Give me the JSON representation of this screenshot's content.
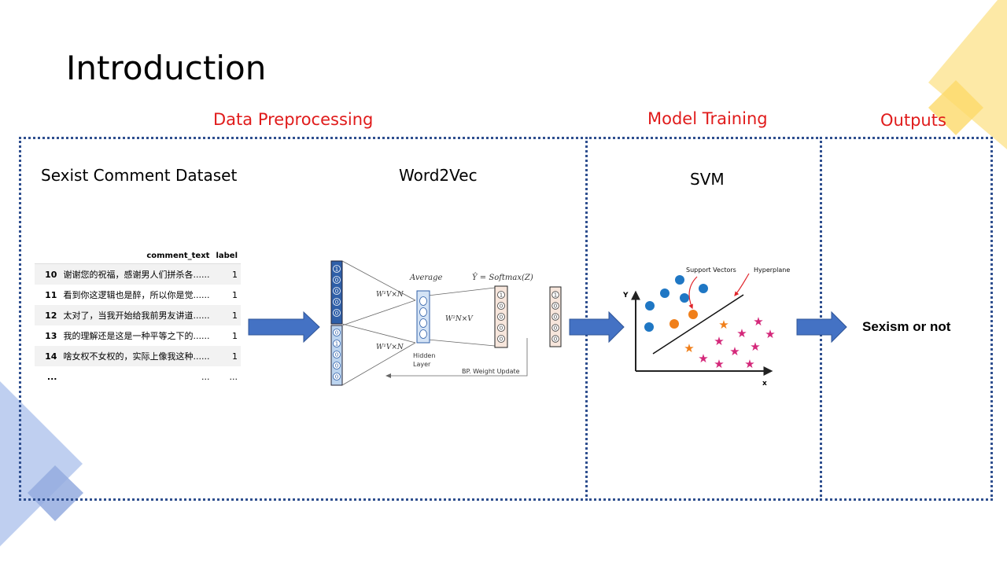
{
  "slide": {
    "title": "Introduction",
    "sections": {
      "preprocessing": "Data Preprocessing",
      "training": "Model Training",
      "outputs": "Outputs"
    },
    "panels": {
      "dataset_title": "Sexist Comment Dataset",
      "word2vec_title": "Word2Vec",
      "svm_title": "SVM",
      "output_text": "Sexism or not"
    },
    "dataset": {
      "headers": [
        "",
        "comment_text",
        "label"
      ],
      "rows": [
        {
          "idx": "10",
          "text": "谢谢您的祝福，感谢男人们拼杀各......",
          "label": "1"
        },
        {
          "idx": "11",
          "text": "看到你这逻辑也是醉，所以你是觉......",
          "label": "1"
        },
        {
          "idx": "12",
          "text": "太对了，当我开始给我前男友讲道......",
          "label": "1"
        },
        {
          "idx": "13",
          "text": "我的理解还是这是一种平等之下的......",
          "label": "1"
        },
        {
          "idx": "14",
          "text": "啥女权不女权的，实际上像我这种......",
          "label": "1"
        },
        {
          "idx": "...",
          "text": "...",
          "label": "..."
        }
      ]
    },
    "word2vec": {
      "average": "Average",
      "softmax": "Ŷ = Softmax(Z)",
      "w1_top": "W¹V×N",
      "w1_bottom": "W¹V×N",
      "w2": "W²N×V",
      "hidden_1": "Hidden",
      "hidden_2": "Layer",
      "bp": "BP. Weight Update",
      "input_top": [
        "1",
        "0",
        "0",
        "0",
        "0"
      ],
      "input_bottom": [
        "0",
        "1",
        "0",
        "0",
        "0"
      ],
      "output": [
        "1",
        "0",
        "0",
        "0",
        "0"
      ],
      "target": [
        "1",
        "0",
        "0",
        "0",
        "0"
      ]
    },
    "svm": {
      "support_vectors": "Support Vectors",
      "hyperplane": "Hyperplane",
      "x_axis": "x",
      "y_axis": "Y"
    },
    "colors": {
      "accent_red": "#e01b1b",
      "dotted_border": "#2f4f8f",
      "arrow_blue": "#4472c4",
      "dot_blue": "#1f77c4",
      "dot_orange": "#f07f1a",
      "star_magenta": "#d4287a",
      "deco_yellow": "#fde79a",
      "deco_blue": "#b4c6ec"
    }
  }
}
